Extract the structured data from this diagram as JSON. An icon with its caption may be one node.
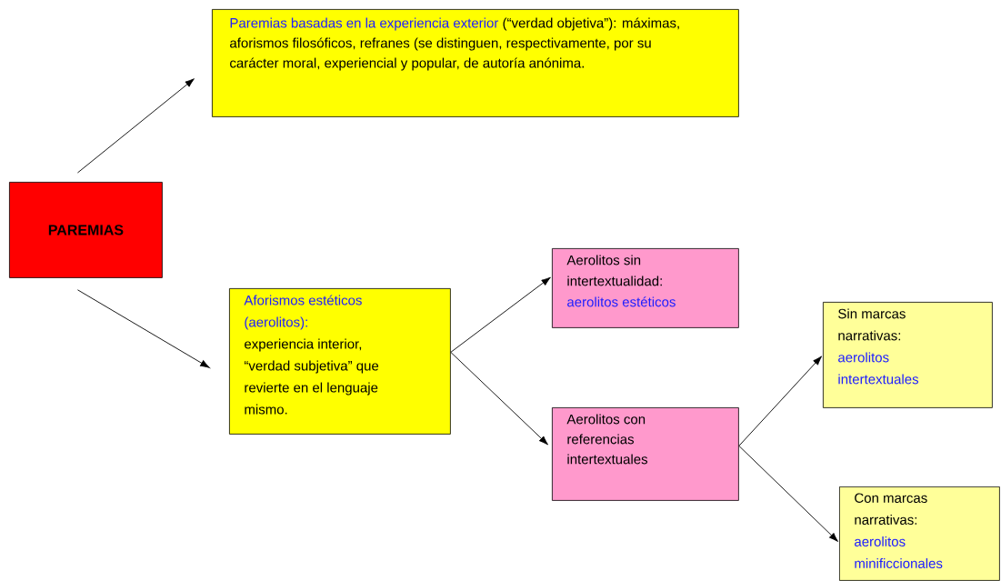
{
  "diagram": {
    "nodes": [
      {
        "text": [
          "PAREMIAS"
        ]
      },
      {
        "text": [
          "Paremias basadas en la experiencia exterior",
          "(“verdad objetiva”): máximas, aforismos filosóficos, refranes (se distinguen, respectivamente, por su carácter moral, experiencial y popular, de autoría anónima."
        ]
      },
      {
        "text": [
          "Aforismos estéticos (aerolitos):",
          "experiencia interior, “verdad subjetiva” que revierte en el lenguaje mismo."
        ]
      },
      {
        "text": [
          "Aerolitos sin intertextualidad:",
          "aerolitos estéticos"
        ]
      },
      {
        "text": [
          "Aerolitos con referencias intertextuales"
        ]
      },
      {
        "text": [
          "Sin marcas narrativas:",
          "aerolitos intertextuales"
        ]
      },
      {
        "text": [
          "Con marcas narrativas:",
          "aerolitos minificcionales"
        ]
      }
    ],
    "edges": [
      {
        "from": 0,
        "to": 1,
        "arrow": "to"
      },
      {
        "from": 0,
        "to": 2,
        "arrow": "to"
      },
      {
        "from": 2,
        "to": 3,
        "arrow": "to"
      },
      {
        "from": 2,
        "to": 4,
        "arrow": "to"
      },
      {
        "from": 4,
        "to": 5,
        "arrow": "to"
      },
      {
        "from": 4,
        "to": 6,
        "arrow": "to"
      }
    ]
  }
}
